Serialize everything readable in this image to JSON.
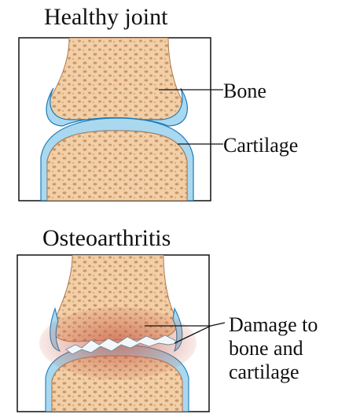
{
  "healthy_panel": {
    "title": "Healthy joint",
    "labels": {
      "bone": "Bone",
      "cartilage": "Cartilage"
    }
  },
  "oa_panel": {
    "title": "Osteoarthritis",
    "labels": {
      "damage_line1": "Damage to",
      "damage_line2": "bone and",
      "damage_line3": "cartilage"
    }
  },
  "colors": {
    "bone": "#f2cfa6",
    "bone_pore": "#c9966b",
    "cartilage": "#a9d8ef",
    "cartilage_edge": "#1e7ab8",
    "damage": "#c8604a",
    "frame": "#111111"
  }
}
